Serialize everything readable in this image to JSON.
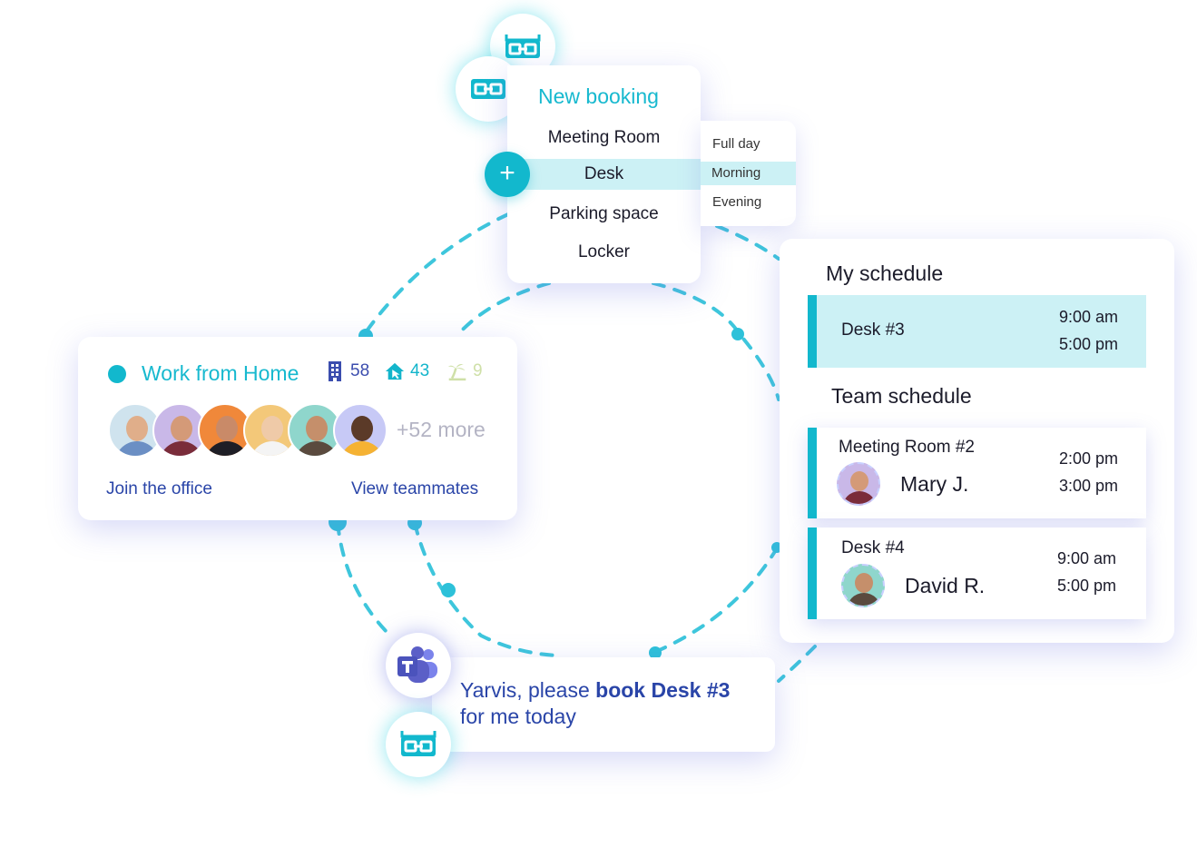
{
  "booking": {
    "title": "New booking",
    "items": [
      "Meeting Room",
      "Desk",
      "Parking space",
      "Locker"
    ],
    "selected_item": "Desk",
    "plus_label": "+",
    "time_options": [
      "Full day",
      "Morning",
      "Evening"
    ],
    "selected_time": "Morning"
  },
  "status": {
    "title": "Work from Home",
    "office_count": "58",
    "home_count": "43",
    "vacation_count": "9",
    "more_label": "+52 more",
    "join_link": "Join the office",
    "view_link": "View teammates"
  },
  "schedule": {
    "my_title": "My schedule",
    "my_item": {
      "place": "Desk #3",
      "start": "9:00 am",
      "end": "5:00 pm"
    },
    "team_title": "Team schedule",
    "team_items": [
      {
        "place": "Meeting Room #2",
        "person": "Mary J.",
        "start": "2:00 pm",
        "end": "3:00 pm"
      },
      {
        "place": "Desk #4",
        "person": "David R.",
        "start": "9:00 am",
        "end": "5:00 pm"
      }
    ]
  },
  "message": {
    "prefix": "Yarvis, please ",
    "bold": "book Desk #3",
    "suffix": "for me today"
  },
  "colors": {
    "accent": "#12b8cd",
    "link": "#2a45a8",
    "highlight": "#ccf1f5",
    "teams": "#5b5fc7"
  }
}
